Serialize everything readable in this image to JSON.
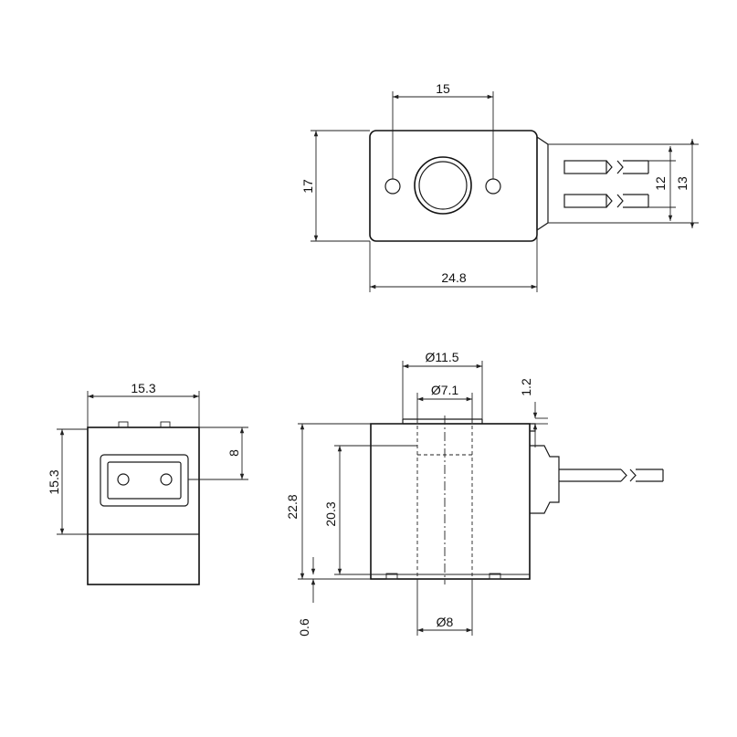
{
  "drawing": {
    "top_view": {
      "dim_hole_spacing": "15",
      "dim_height": "17",
      "dim_width": "24.8",
      "dim_pin_spacing": "12",
      "dim_pin_overall": "13"
    },
    "end_view": {
      "dim_width": "15.3",
      "dim_height": "15.3",
      "dim_window": "8"
    },
    "side_view": {
      "dim_outer_dia": "Ø11.5",
      "dim_inner_dia": "Ø7.1",
      "dim_bore_dia": "Ø8",
      "dim_top_step": "1.2",
      "dim_total_height": "22.8",
      "dim_body_height": "20.3",
      "dim_bottom_step": "0.6"
    }
  }
}
